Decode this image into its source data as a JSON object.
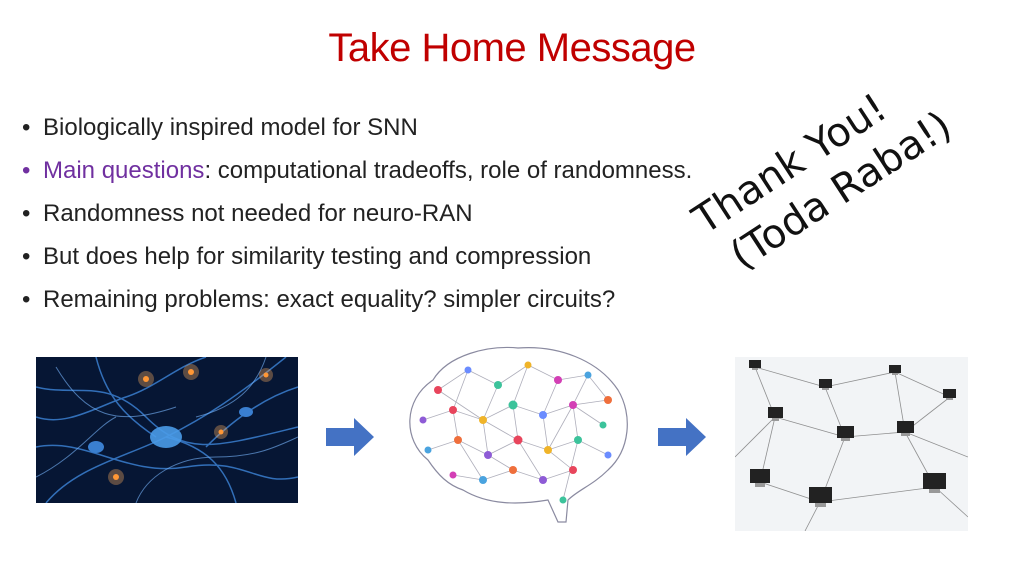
{
  "title": "Take Home Message",
  "bullets": [
    {
      "marker": "•",
      "highlight": "",
      "text": "Biologically inspired model for SNN"
    },
    {
      "marker": "•",
      "highlight": "Main questions",
      "text": ": computational tradeoffs, role of randomness."
    },
    {
      "marker": "•",
      "highlight": "",
      "text": "Randomness not needed for neuro-RAN"
    },
    {
      "marker": "•",
      "highlight": "",
      "text": "But does help for similarity testing and compression"
    },
    {
      "marker": "•",
      "highlight": "",
      "text": "Remaining problems: exact equality? simpler circuits?"
    }
  ],
  "thanks": {
    "line1": "Thank You!",
    "line2": "(Toda Raba!)"
  },
  "colors": {
    "title": "#c00000",
    "highlight": "#7030a0",
    "arrow": "#4472c4"
  },
  "images": [
    "neurons-image",
    "brain-network-image",
    "computer-network-image"
  ]
}
